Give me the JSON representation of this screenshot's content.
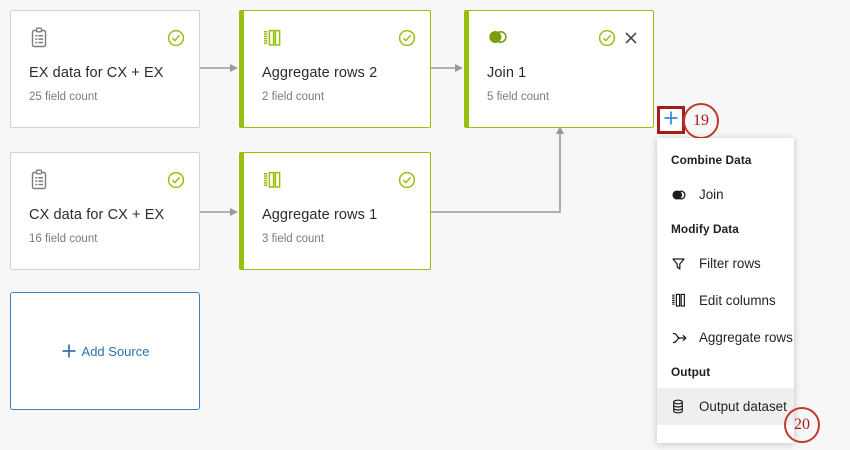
{
  "canvas": {
    "background": "#f7f7f7",
    "accent_green": "#97bf0d",
    "accent_blue": "#2d6fb0",
    "annotation_red": "#a61c1c"
  },
  "nodes": [
    {
      "id": "ex-data-source",
      "title": "EX data for CX + EX",
      "subtitle": "25 field count",
      "icon": "clipboard-icon",
      "status_icon": "check-circle-icon",
      "accent": false,
      "closable": false
    },
    {
      "id": "aggregate-rows-2",
      "title": "Aggregate rows 2",
      "subtitle": "2 field count",
      "icon": "columns-icon",
      "status_icon": "check-circle-icon",
      "accent": true,
      "closable": false
    },
    {
      "id": "join-1",
      "title": "Join 1",
      "subtitle": "5 field count",
      "icon": "venn-join-icon",
      "status_icon": "check-circle-icon",
      "close_icon": "close-icon",
      "accent": true,
      "closable": true
    },
    {
      "id": "cx-data-source",
      "title": "CX data for CX + EX",
      "subtitle": "16 field count",
      "icon": "clipboard-icon",
      "status_icon": "check-circle-icon",
      "accent": false,
      "closable": false
    },
    {
      "id": "aggregate-rows-1",
      "title": "Aggregate rows 1",
      "subtitle": "3 field count",
      "icon": "columns-icon",
      "status_icon": "check-circle-icon",
      "accent": true,
      "closable": false
    }
  ],
  "add_source": {
    "label": "Add Source",
    "plus": "+"
  },
  "add_step_button": {
    "glyph": "+",
    "name": "add-step-plus-button"
  },
  "menu": {
    "sections": [
      {
        "group": "Combine Data",
        "items": [
          {
            "label": "Join",
            "icon": "venn-join-icon",
            "hovered": false
          }
        ]
      },
      {
        "group": "Modify Data",
        "items": [
          {
            "label": "Filter rows",
            "icon": "funnel-icon",
            "hovered": false
          },
          {
            "label": "Edit columns",
            "icon": "columns-icon",
            "hovered": false
          },
          {
            "label": "Aggregate rows",
            "icon": "aggregate-arrow-icon",
            "hovered": false
          }
        ]
      },
      {
        "group": "Output",
        "items": [
          {
            "label": "Output dataset",
            "icon": "database-icon",
            "hovered": true
          }
        ]
      }
    ]
  },
  "annotations": [
    {
      "id": "anno-19",
      "number": "19",
      "target": "add-step-plus-button"
    },
    {
      "id": "anno-20",
      "number": "20",
      "target": "menu-item-output-dataset"
    }
  ]
}
